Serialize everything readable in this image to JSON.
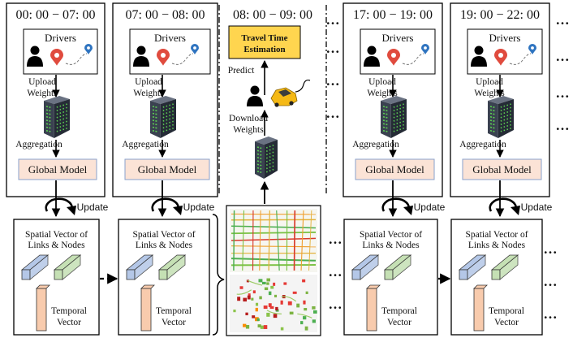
{
  "time_slots": [
    {
      "label": "00: 00 − 07: 00",
      "type": "training",
      "upload": "Upload Weights",
      "aggregation": "Aggregation",
      "model": "Global Model",
      "update": "Update"
    },
    {
      "label": "07: 00 − 08: 00",
      "type": "training",
      "upload": "Upload Weights",
      "aggregation": "Aggregation",
      "model": "Global Model",
      "update": "Update"
    },
    {
      "label": "08: 00 − 09: 00",
      "type": "prediction"
    },
    {
      "label": "17: 00 − 19: 00",
      "type": "training",
      "upload": "Upload Weights",
      "aggregation": "Aggregation",
      "model": "Global Model",
      "update": "Update"
    },
    {
      "label": "19: 00 − 22: 00",
      "type": "training",
      "upload": "Upload Weights",
      "aggregation": "Aggregation",
      "model": "Global Model",
      "update": "Update"
    }
  ],
  "drivers_label": "Drivers",
  "prediction": {
    "task": "Travel Time Estimation",
    "predict": "Predict",
    "download": "Download Weights"
  },
  "vectors": {
    "spatial": "Spatial Vector of Links & Nodes",
    "temporal": "Temporal Vector"
  },
  "ellipsis": "…",
  "colors": {
    "global_model_fill": "#fbe3d6",
    "global_model_border": "#8aa2cc",
    "travel_time_fill": "#ffd54f",
    "spatial_blue": "#b4c7e7",
    "spatial_green": "#c5e0b4",
    "temporal_fill": "#f8cbad",
    "server_dark": "#3a4150",
    "server_led": "#5ccf52",
    "pin_red": "#e04b3e",
    "pin_blue": "#2f74c0",
    "car_yellow": "#f5b915"
  },
  "icons": [
    "driver-icon",
    "location-pin-icon",
    "server-icon",
    "car-icon",
    "road-network-map-icon",
    "curved-arrow-icon"
  ]
}
